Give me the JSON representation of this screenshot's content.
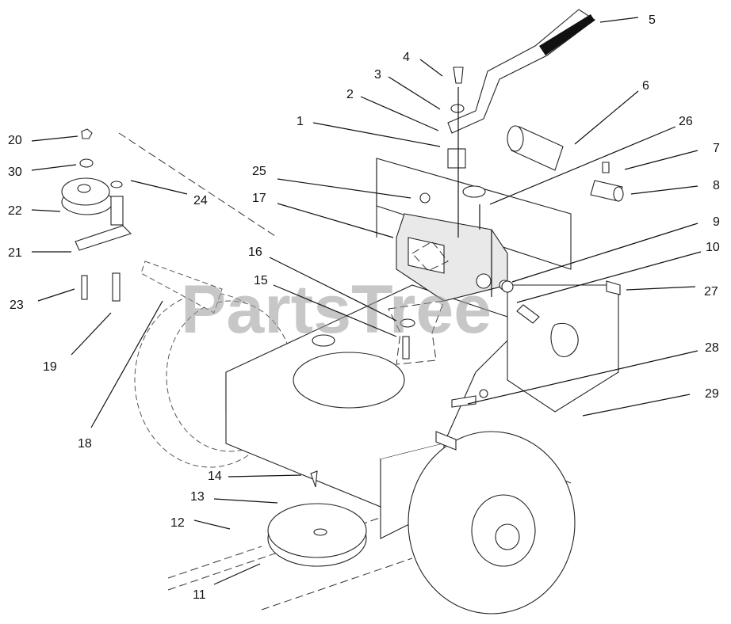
{
  "watermark": "PartsTree",
  "callouts": [
    {
      "id": "5",
      "label": "5"
    },
    {
      "id": "4",
      "label": "4"
    },
    {
      "id": "3",
      "label": "3"
    },
    {
      "id": "2",
      "label": "2"
    },
    {
      "id": "1",
      "label": "1"
    },
    {
      "id": "6",
      "label": "6"
    },
    {
      "id": "26",
      "label": "26"
    },
    {
      "id": "7",
      "label": "7"
    },
    {
      "id": "8",
      "label": "8"
    },
    {
      "id": "9",
      "label": "9"
    },
    {
      "id": "10",
      "label": "10"
    },
    {
      "id": "27",
      "label": "27"
    },
    {
      "id": "28",
      "label": "28"
    },
    {
      "id": "29",
      "label": "29"
    },
    {
      "id": "20",
      "label": "20"
    },
    {
      "id": "30",
      "label": "30"
    },
    {
      "id": "22",
      "label": "22"
    },
    {
      "id": "21",
      "label": "21"
    },
    {
      "id": "23",
      "label": "23"
    },
    {
      "id": "19",
      "label": "19"
    },
    {
      "id": "18",
      "label": "18"
    },
    {
      "id": "24",
      "label": "24"
    },
    {
      "id": "25",
      "label": "25"
    },
    {
      "id": "17",
      "label": "17"
    },
    {
      "id": "16",
      "label": "16"
    },
    {
      "id": "15",
      "label": "15"
    },
    {
      "id": "14",
      "label": "14"
    },
    {
      "id": "13",
      "label": "13"
    },
    {
      "id": "12",
      "label": "12"
    },
    {
      "id": "11",
      "label": "11"
    }
  ]
}
